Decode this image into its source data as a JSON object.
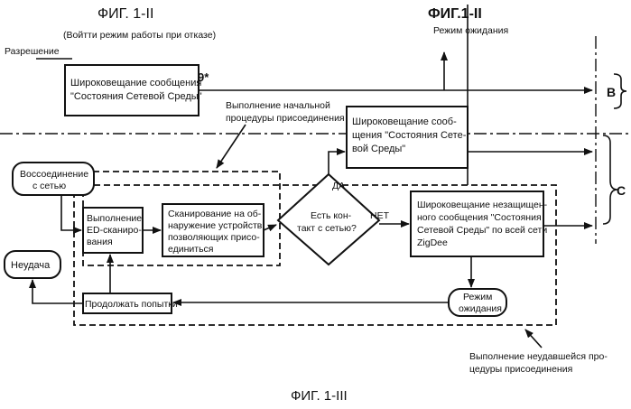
{
  "figure": {
    "top_left_title": "ФИГ. 1-II",
    "top_left_subtitle": "(Войтти режим работы при отказе)",
    "top_right_title": "ФИГ.1-II",
    "top_right_subtitle": "Режим ожидания",
    "bottom_title": "ФИГ. 1-III",
    "permission_label": "Разрешение",
    "marker": "*9*",
    "bracket_b": "B",
    "bracket_c": "C"
  },
  "boxes": {
    "broadcast_top": [
      "Широковещание сообщения",
      "\"Состояния Сетевой Среды\""
    ],
    "broadcast_mid": [
      "Широковещание сооб-",
      "щения \"Состояния Сете-",
      "вой Среды\""
    ],
    "rejoin": [
      "Воссоединение",
      "с сетью"
    ],
    "ed_scan": [
      "Выполнение",
      "ED-сканиро-",
      "вания"
    ],
    "scan": [
      "Сканирование на об-",
      "наружение устройств",
      "позволяющих присо-",
      "единиться"
    ],
    "unsecured": [
      "Широковещание незащищен-",
      "ного сообщения \"Состояния",
      "Сетевой Среды\" по всей сети",
      "ZigDee"
    ],
    "fail": [
      "Неудача"
    ],
    "retry": [
      "Продолжать попытки"
    ],
    "standby": [
      "Режим",
      "ожидания"
    ]
  },
  "decision": {
    "text": [
      "Есть кон-",
      "такт с сетью?"
    ],
    "yes": "ДА",
    "no": "НЕТ"
  },
  "annotations": {
    "initial_join": [
      "Выполнение начальной",
      "процедуры присоединения"
    ],
    "failed_join": [
      "Выполнение неудавшейся про-",
      "цедуры присоединения"
    ]
  }
}
